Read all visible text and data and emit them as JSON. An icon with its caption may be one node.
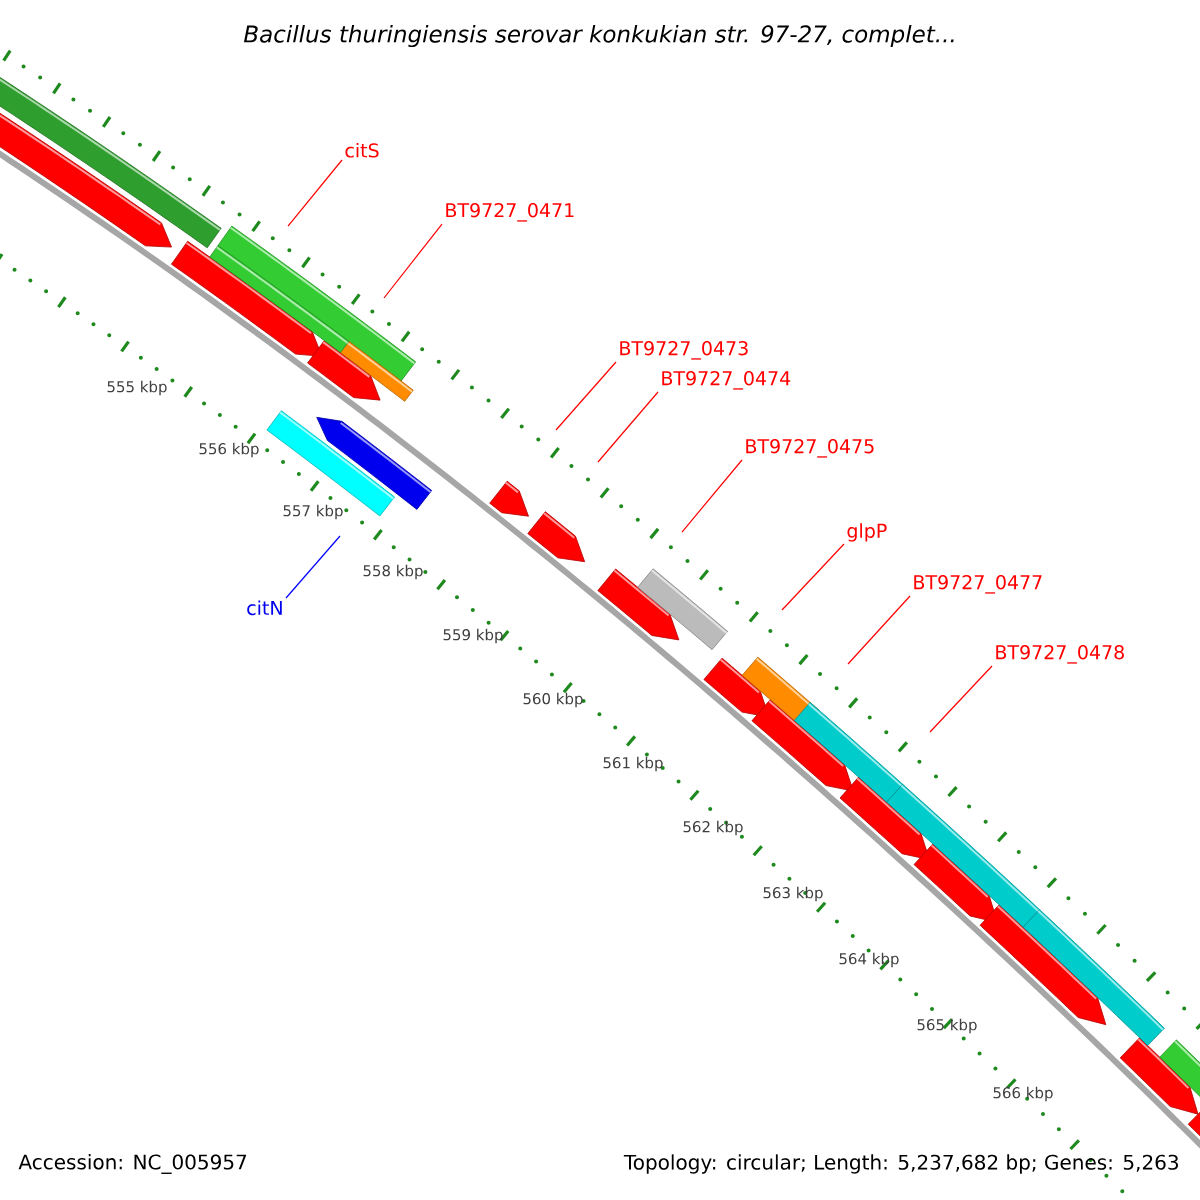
{
  "diagram": {
    "title": "Bacillus thuringiensis serovar konkukian str. 97-27, complet...",
    "nodes": [
      {
        "text": [
          "citS"
        ]
      },
      {
        "text": [
          "BT9727_0471"
        ]
      },
      {
        "text": [
          "BT9727_0473"
        ]
      },
      {
        "text": [
          "BT9727_0474"
        ]
      },
      {
        "text": [
          "BT9727_0475"
        ]
      },
      {
        "text": [
          "glpP"
        ]
      },
      {
        "text": [
          "BT9727_0477"
        ]
      },
      {
        "text": [
          "BT9727_0478"
        ]
      },
      {
        "text": [
          "citN"
        ]
      }
    ],
    "edges": [
      {
        "from": 0,
        "to": null,
        "arrow": "none"
      },
      {
        "from": 1,
        "to": null,
        "arrow": "none"
      },
      {
        "from": 2,
        "to": null,
        "arrow": "none"
      },
      {
        "from": 3,
        "to": null,
        "arrow": "none"
      },
      {
        "from": 4,
        "to": null,
        "arrow": "none"
      },
      {
        "from": 5,
        "to": null,
        "arrow": "none"
      },
      {
        "from": 6,
        "to": null,
        "arrow": "none"
      },
      {
        "from": 7,
        "to": null,
        "arrow": "none"
      },
      {
        "from": 8,
        "to": null,
        "arrow": "none",
        "color": "#0000ff"
      }
    ],
    "labels": [
      "555 kbp",
      "556 kbp",
      "557 kbp",
      "558 kbp",
      "559 kbp",
      "560 kbp",
      "561 kbp",
      "562 kbp",
      "563 kbp",
      "564 kbp",
      "565 kbp",
      "566 kbp",
      "Accession: NC_005957",
      "Topology: circular; Length: 5,237,682 bp; Genes: 5,263"
    ]
  }
}
